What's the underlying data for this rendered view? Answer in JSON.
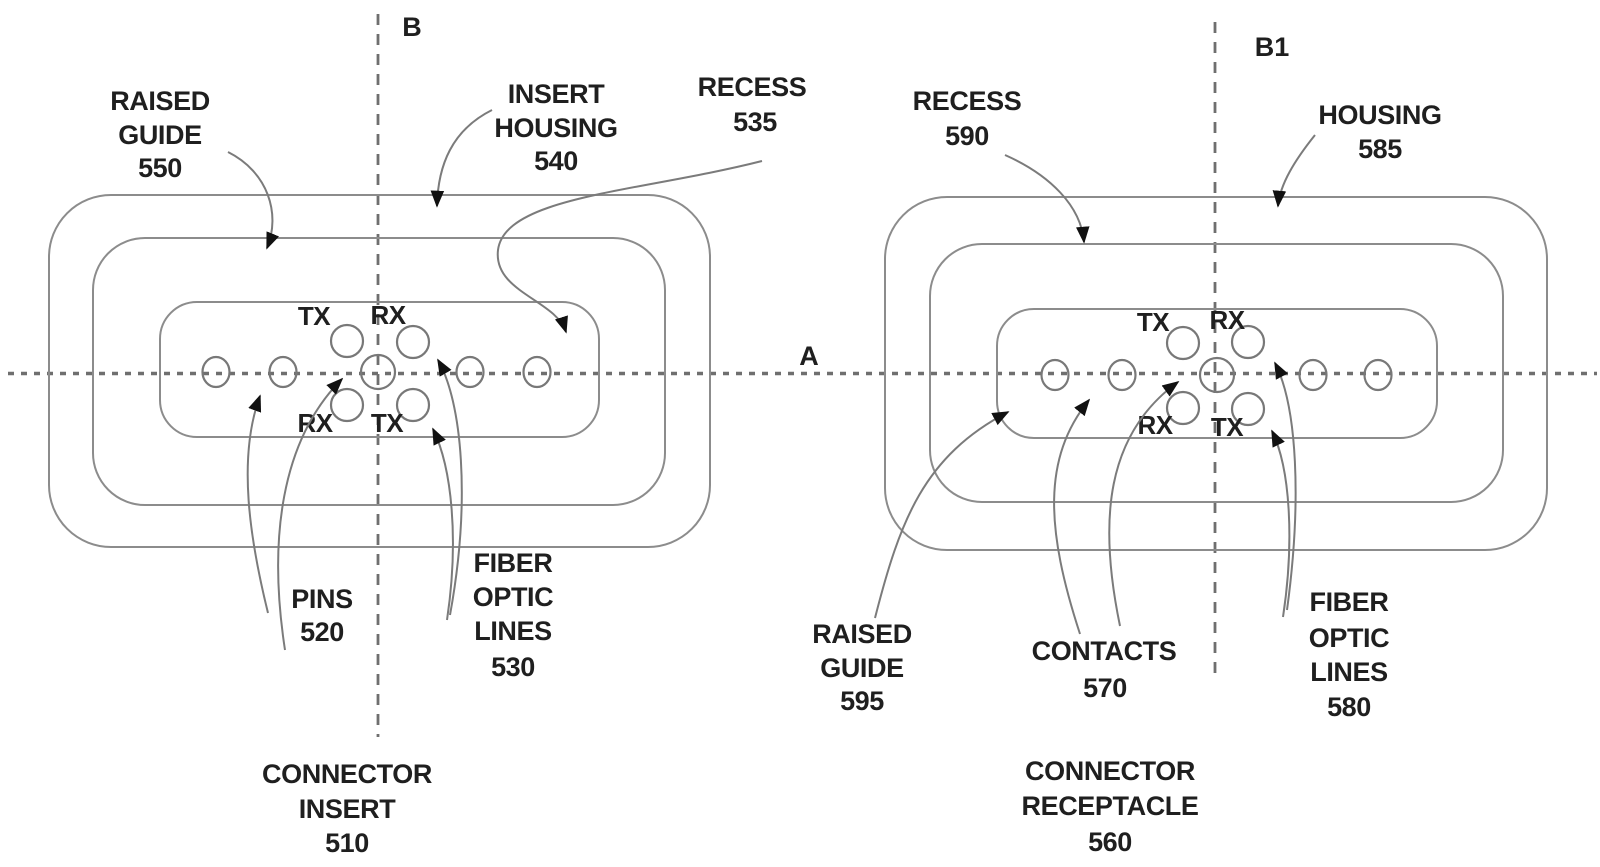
{
  "figure": {
    "type": "patent-connector-diagram",
    "axes": {
      "vertical_left": "B",
      "vertical_right": "B1",
      "horizontal": "A"
    },
    "left_connector": {
      "title": [
        "CONNECTOR",
        "INSERT",
        "510"
      ],
      "labels": {
        "raised_guide": [
          "RAISED",
          "GUIDE",
          "550"
        ],
        "insert_housing": [
          "INSERT",
          "HOUSING",
          "540"
        ],
        "recess": [
          "RECESS",
          "535"
        ],
        "pins": [
          "PINS",
          "520"
        ],
        "fiber_optic_lines": [
          "FIBER",
          "OPTIC",
          "LINES",
          "530"
        ]
      },
      "ports": {
        "top_left": "TX",
        "top_right": "RX",
        "bottom_left": "RX",
        "bottom_right": "TX"
      }
    },
    "right_connector": {
      "title": [
        "CONNECTOR",
        "RECEPTACLE",
        "560"
      ],
      "labels": {
        "recess": [
          "RECESS",
          "590"
        ],
        "housing": [
          "HOUSING",
          "585"
        ],
        "raised_guide": [
          "RAISED",
          "GUIDE",
          "595"
        ],
        "contacts": [
          "CONTACTS",
          "570"
        ],
        "fiber_optic_lines": [
          "FIBER",
          "OPTIC",
          "LINES",
          "580"
        ]
      },
      "ports": {
        "top_left": "TX",
        "top_right": "RX",
        "bottom_left": "RX",
        "bottom_right": "TX"
      }
    },
    "colors": {
      "background": "#ffffff",
      "outline": "#8c8c8c",
      "leader": "#7b7b7b",
      "text": "#1f1f1f",
      "arrowhead": "#111111"
    }
  }
}
